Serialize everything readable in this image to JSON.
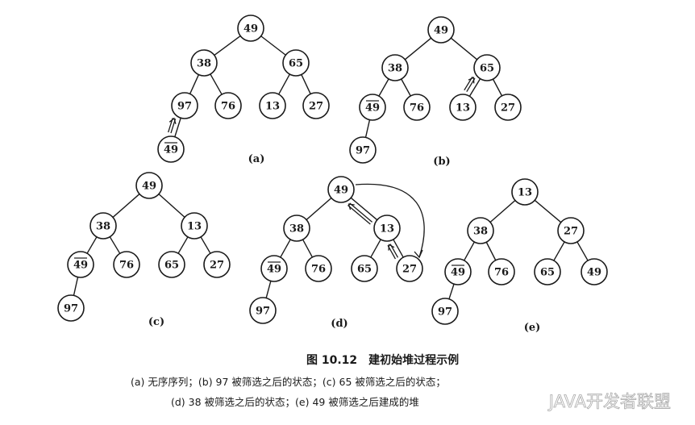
{
  "panels": [
    {
      "label": "(a)",
      "nodes": [
        {
          "id": "a0",
          "text": "49"
        },
        {
          "id": "a1",
          "text": "38"
        },
        {
          "id": "a2",
          "text": "65"
        },
        {
          "id": "a3",
          "text": "97"
        },
        {
          "id": "a4",
          "text": "76"
        },
        {
          "id": "a5",
          "text": "13"
        },
        {
          "id": "a6",
          "text": "27"
        },
        {
          "id": "a7",
          "text": "49",
          "overline": true
        }
      ],
      "edges": [
        [
          "a0",
          "a1"
        ],
        [
          "a0",
          "a2"
        ],
        [
          "a1",
          "a3"
        ],
        [
          "a1",
          "a4"
        ],
        [
          "a2",
          "a5"
        ],
        [
          "a2",
          "a6"
        ],
        [
          "a3",
          "a7"
        ]
      ],
      "swap_marks": [
        [
          "a3",
          "a7"
        ]
      ]
    },
    {
      "label": "(b)",
      "nodes": [
        {
          "id": "b0",
          "text": "49"
        },
        {
          "id": "b1",
          "text": "38"
        },
        {
          "id": "b2",
          "text": "65"
        },
        {
          "id": "b3",
          "text": "49",
          "overline": true
        },
        {
          "id": "b4",
          "text": "76"
        },
        {
          "id": "b5",
          "text": "13"
        },
        {
          "id": "b6",
          "text": "27"
        },
        {
          "id": "b7",
          "text": "97"
        }
      ],
      "edges": [
        [
          "b0",
          "b1"
        ],
        [
          "b0",
          "b2"
        ],
        [
          "b1",
          "b3"
        ],
        [
          "b1",
          "b4"
        ],
        [
          "b2",
          "b5"
        ],
        [
          "b2",
          "b6"
        ],
        [
          "b3",
          "b7"
        ]
      ],
      "swap_marks": [
        [
          "b2",
          "b5"
        ]
      ]
    },
    {
      "label": "(c)",
      "nodes": [
        {
          "id": "c0",
          "text": "49"
        },
        {
          "id": "c1",
          "text": "38"
        },
        {
          "id": "c2",
          "text": "13"
        },
        {
          "id": "c3",
          "text": "49",
          "overline": true
        },
        {
          "id": "c4",
          "text": "76"
        },
        {
          "id": "c5",
          "text": "65"
        },
        {
          "id": "c6",
          "text": "27"
        },
        {
          "id": "c7",
          "text": "97"
        }
      ],
      "edges": [
        [
          "c0",
          "c1"
        ],
        [
          "c0",
          "c2"
        ],
        [
          "c1",
          "c3"
        ],
        [
          "c1",
          "c4"
        ],
        [
          "c2",
          "c5"
        ],
        [
          "c2",
          "c6"
        ],
        [
          "c3",
          "c7"
        ]
      ],
      "swap_marks": []
    },
    {
      "label": "(d)",
      "nodes": [
        {
          "id": "d0",
          "text": "49"
        },
        {
          "id": "d1",
          "text": "38"
        },
        {
          "id": "d2",
          "text": "13"
        },
        {
          "id": "d3",
          "text": "49",
          "overline": true
        },
        {
          "id": "d4",
          "text": "76"
        },
        {
          "id": "d5",
          "text": "65"
        },
        {
          "id": "d6",
          "text": "27"
        },
        {
          "id": "d7",
          "text": "97"
        }
      ],
      "edges": [
        [
          "d0",
          "d1"
        ],
        [
          "d0",
          "d2"
        ],
        [
          "d1",
          "d3"
        ],
        [
          "d1",
          "d4"
        ],
        [
          "d2",
          "d5"
        ],
        [
          "d2",
          "d6"
        ],
        [
          "d3",
          "d7"
        ]
      ],
      "swap_marks": [
        [
          "d0",
          "d2"
        ],
        [
          "d2",
          "d6"
        ]
      ],
      "curved_arrow": true
    },
    {
      "label": "(e)",
      "nodes": [
        {
          "id": "e0",
          "text": "13"
        },
        {
          "id": "e1",
          "text": "38"
        },
        {
          "id": "e2",
          "text": "27"
        },
        {
          "id": "e3",
          "text": "49",
          "overline": true
        },
        {
          "id": "e4",
          "text": "76"
        },
        {
          "id": "e5",
          "text": "65"
        },
        {
          "id": "e6",
          "text": "49"
        },
        {
          "id": "e7",
          "text": "97"
        }
      ],
      "edges": [
        [
          "e0",
          "e1"
        ],
        [
          "e0",
          "e2"
        ],
        [
          "e1",
          "e3"
        ],
        [
          "e1",
          "e4"
        ],
        [
          "e2",
          "e5"
        ],
        [
          "e2",
          "e6"
        ],
        [
          "e3",
          "e7"
        ]
      ],
      "swap_marks": []
    }
  ],
  "caption": {
    "title": "图 10.12　建初始堆过程示例",
    "line1": "(a) 无序序列；(b) 97 被筛选之后的状态；(c) 65 被筛选之后的状态；",
    "line2": "(d) 38 被筛选之后的状态；(e) 49 被筛选之后建成的堆"
  },
  "watermark": "JAVA开发者联盟",
  "colors": {
    "ink": "#1a1a1a",
    "background": "#ffffff"
  }
}
